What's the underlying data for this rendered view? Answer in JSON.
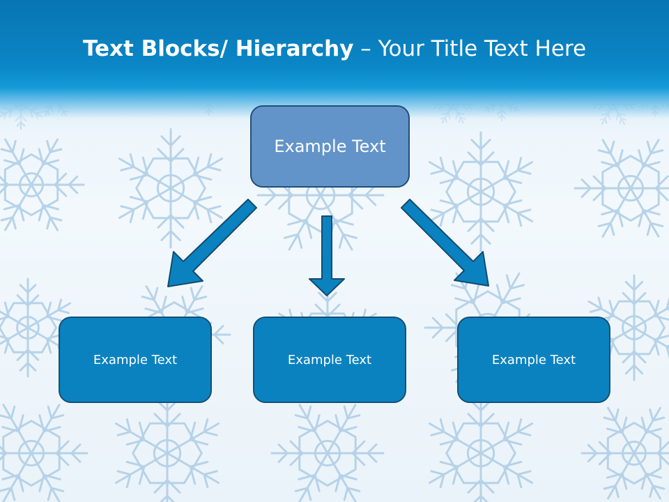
{
  "title": {
    "bold_part": "Text Blocks/ Hierarchy",
    "separator": " – ",
    "normal_part": "Your Title Text Here"
  },
  "diagram": {
    "type": "hierarchy",
    "top": {
      "label": "Example Text"
    },
    "children": [
      {
        "label": "Example Text"
      },
      {
        "label": "Example Text"
      },
      {
        "label": "Example Text"
      }
    ],
    "colors": {
      "top_fill": "#6394c9",
      "child_fill": "#0b82c0",
      "arrow_fill": "#0b82c0",
      "header": "#0b86c6",
      "snowflake": "#aecde6"
    }
  }
}
